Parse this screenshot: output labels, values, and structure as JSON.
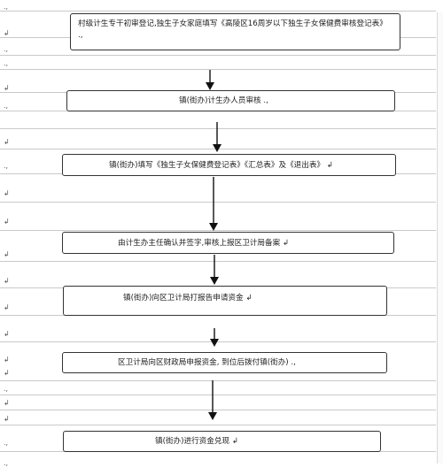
{
  "flowchart": {
    "steps": [
      "村级计生专干初审登记,独生子女家庭填写《高陵区16周岁以下独生子女保健费审核登记表》 .,",
      "镇(街办)计生办人员审核 .,",
      "镇(街办)填写《独生子女保健费登记表》《汇总表》及《退出表》 ↲",
      "由计生办主任确认并签字,审核上报区卫计局备案 ↲",
      "镇(街办)向区卫计局打报告申请资金 ↲",
      "区卫计局向区财政局申报资金, 到位后拨付镇(街办) .,",
      "镇(街办)进行资金兑现 ↲"
    ]
  },
  "paragraph_marks": [
    ".,",
    "↲",
    ".,",
    ".,",
    "↲",
    ".,",
    "↲",
    ".,",
    "↲",
    "↲",
    "↲",
    "↲",
    "↲",
    "↲",
    "↲",
    "↲",
    ".,",
    "↲",
    "↲",
    ".,",
    ".,"
  ]
}
